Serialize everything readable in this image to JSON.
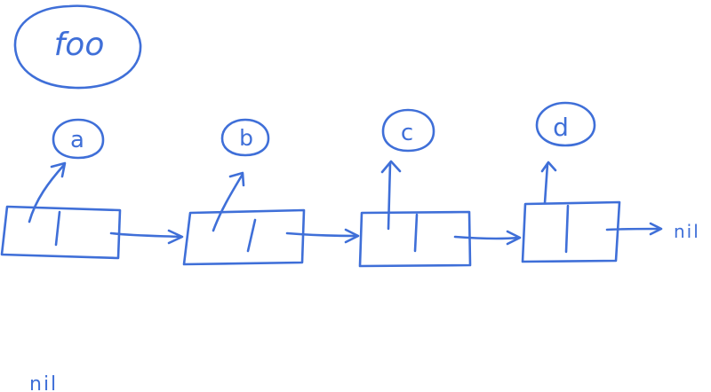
{
  "diagram": {
    "title": "foo",
    "nodes": [
      "a",
      "b",
      "c",
      "d"
    ],
    "terminal_label": "nil",
    "extra_label": "nil",
    "ink_color": "#3f6fd8",
    "background": "#ffffff"
  }
}
